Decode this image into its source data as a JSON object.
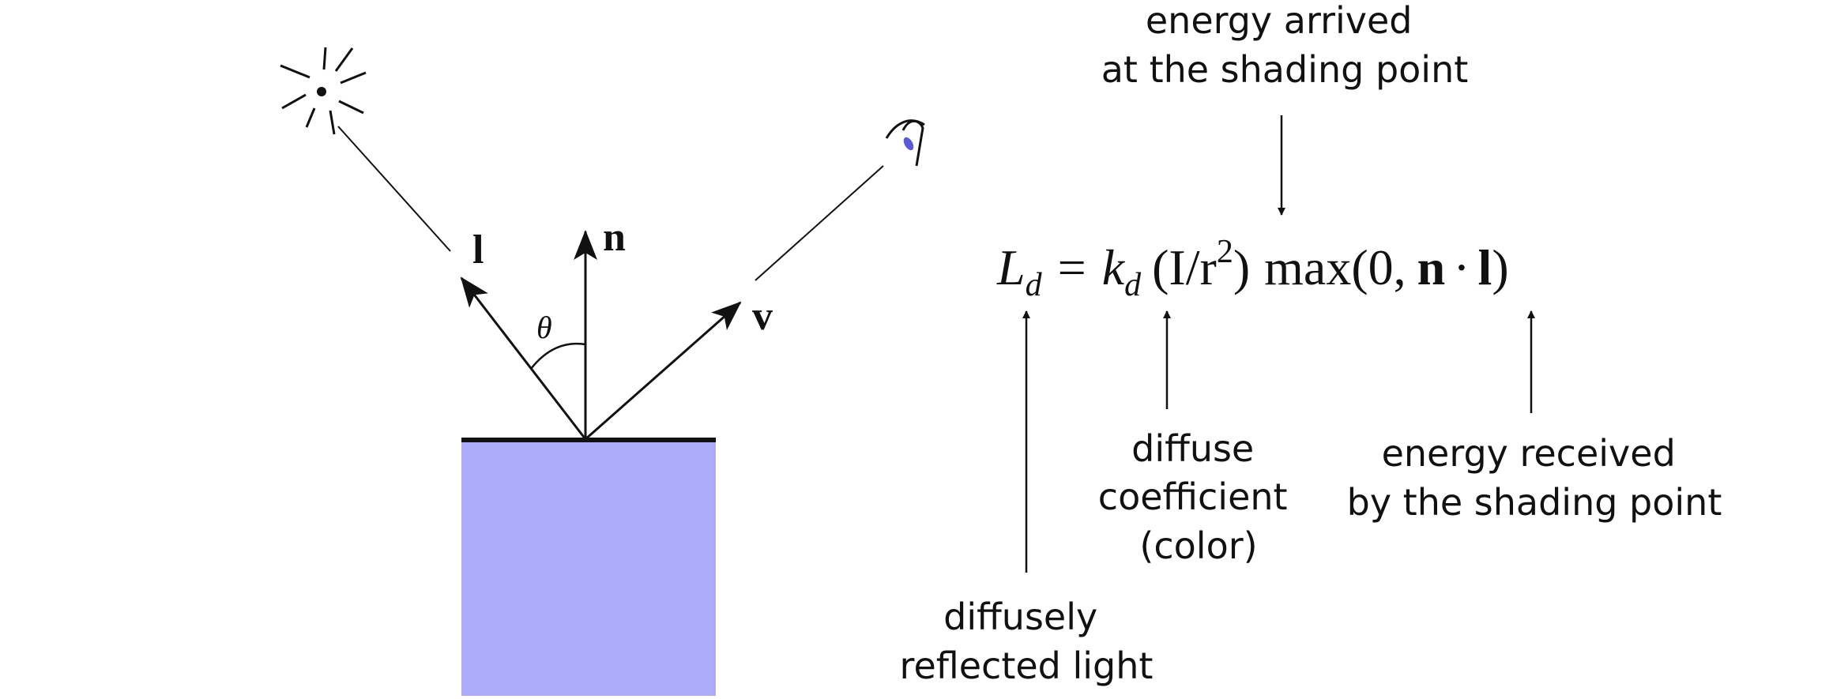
{
  "colors": {
    "surface": "#acacfb",
    "ink": "#111111",
    "eye_pupil": "#5a5ad8"
  },
  "icons": {
    "light_source": "light-source-icon",
    "viewer": "eye-icon"
  },
  "vectors": {
    "light": "l",
    "normal": "n",
    "view": "v",
    "angle": "θ"
  },
  "equation": {
    "L": "L",
    "L_sub": "d",
    "equals": "=",
    "k": "k",
    "k_sub": "d",
    "intensity_open": "(I/r",
    "intensity_exp": "2",
    "intensity_close": ")",
    "max_open": "max(0,",
    "n": "n",
    "dot": "·",
    "l": "l",
    "max_close": ")"
  },
  "annotations": {
    "energy_arrived": [
      "energy arrived",
      "at the shading point"
    ],
    "diffusely_reflected": [
      "diffusely",
      "reflected light"
    ],
    "diffuse_coefficient": [
      "diffuse",
      "coefficient",
      "(color)"
    ],
    "energy_received": [
      "energy received",
      "by the shading point"
    ]
  }
}
